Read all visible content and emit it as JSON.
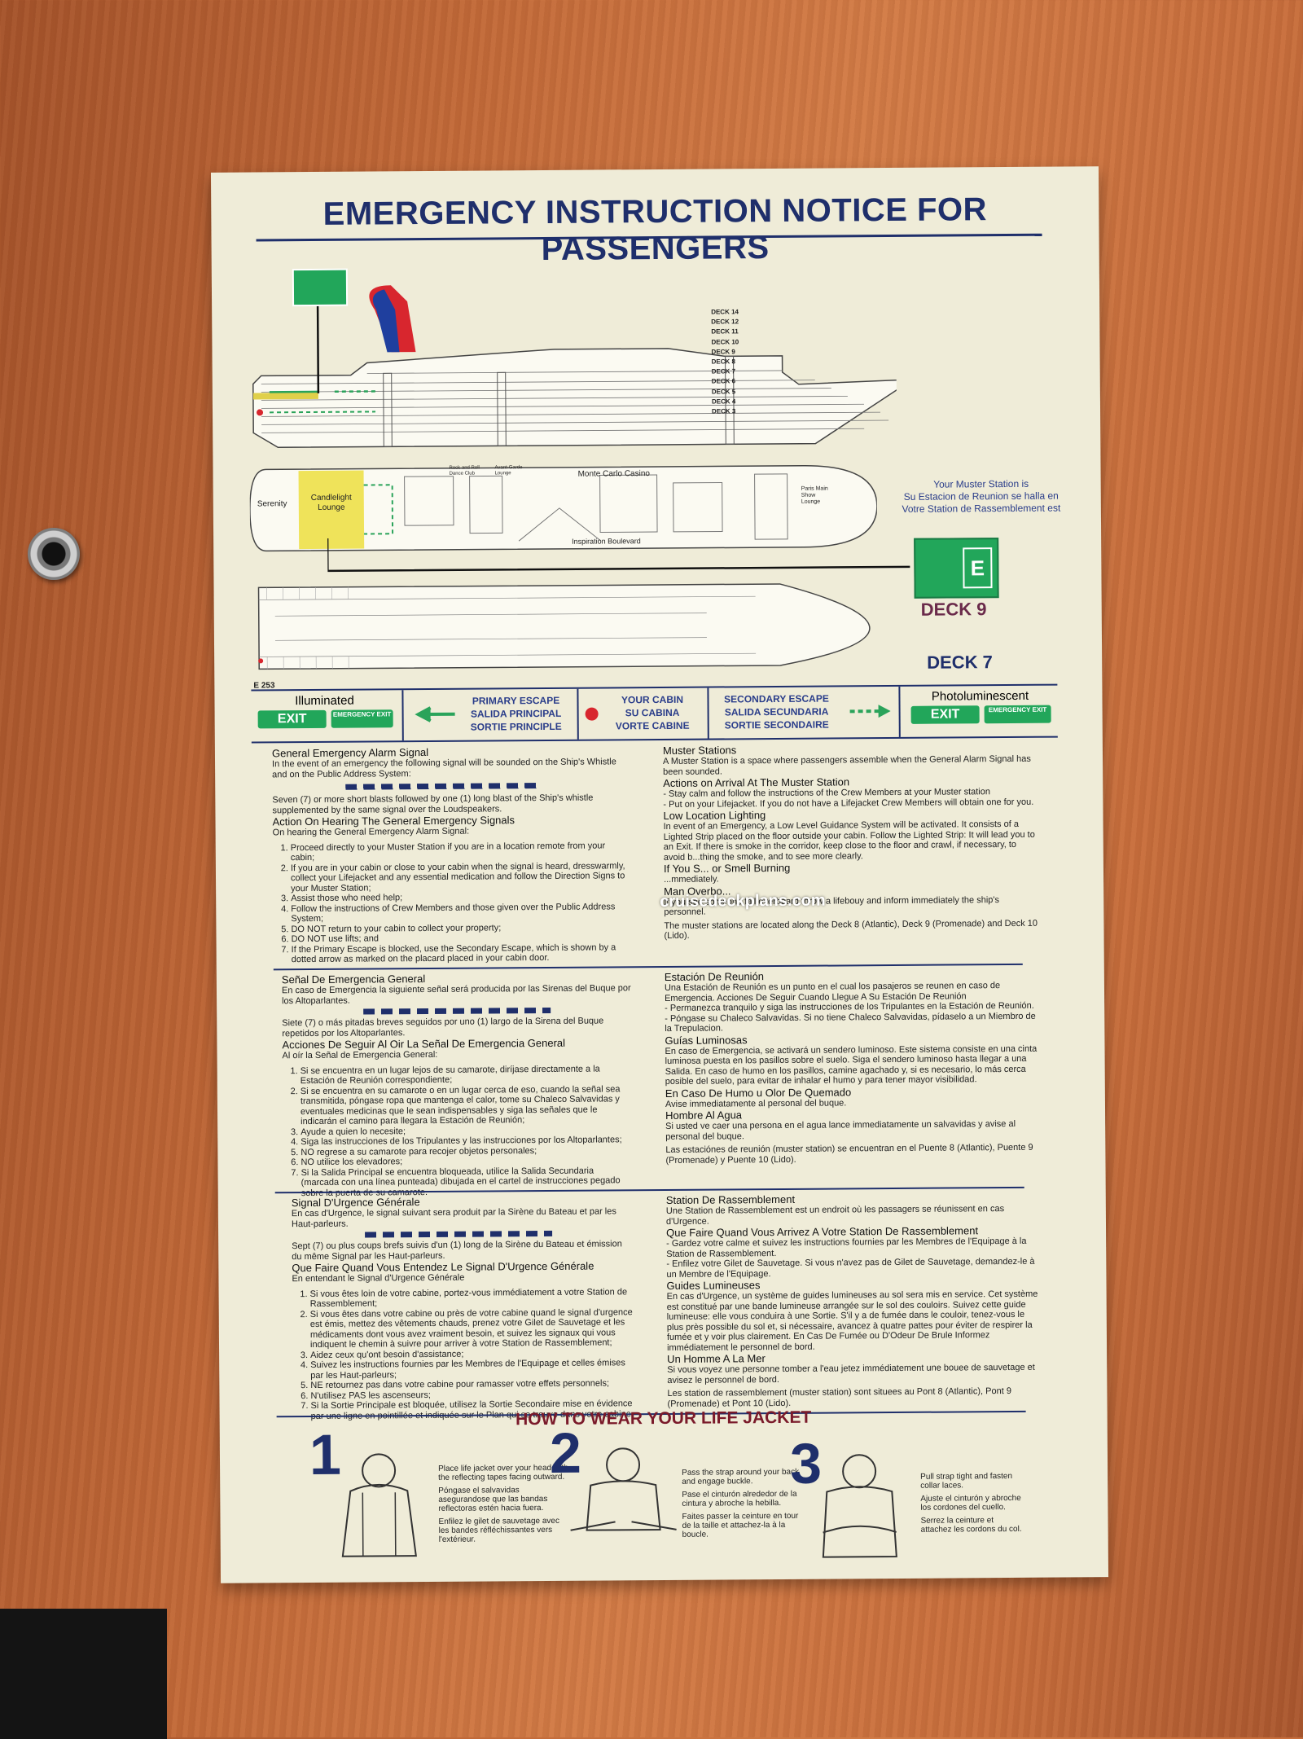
{
  "title": "EMERGENCY INSTRUCTION NOTICE FOR PASSENGERS",
  "decks_side": [
    "DECK 14",
    "DECK 12",
    "DECK 11",
    "DECK 10",
    "DECK 9",
    "DECK 8",
    "DECK 7",
    "DECK 6",
    "DECK 5",
    "DECK 4",
    "DECK 3"
  ],
  "plan_labels": {
    "serenity": "Serenity",
    "candlelight": "Candlelight Lounge",
    "rock_roll": "Rock and Roll Dance Club",
    "avant_garde": "Avant-Garde Lounge",
    "casino": "Monte Carlo Casino",
    "boulevard": "Inspiration Boulevard",
    "paris": "Paris Main Show Lounge",
    "cabin_code": "E 253"
  },
  "muster": {
    "line1": "Your Muster Station is",
    "line2": "Su Estacion de Reunion se halla en",
    "line3": "Votre Station de Rassemblement est",
    "letter": "E",
    "deck9": "DECK 9",
    "deck7": "DECK 7"
  },
  "legend": {
    "illuminated": "Illuminated",
    "exit": "EXIT",
    "emergency_exit": "EMERGENCY EXIT",
    "primary1": "PRIMARY ESCAPE",
    "primary2": "SALIDA PRINCIPAL",
    "primary3": "SORTIE PRINCIPLE",
    "cabin1": "YOUR CABIN",
    "cabin2": "SU CABINA",
    "cabin3": "VORTE CABINE",
    "secondary1": "SECONDARY ESCAPE",
    "secondary2": "SALIDA SECUNDARIA",
    "secondary3": "SORTIE SECONDAIRE",
    "photo": "Photoluminescent"
  },
  "en": {
    "alarm_h": "General Emergency Alarm Signal",
    "alarm_t": "In the event of an emergency the following signal will be sounded on the Ship's Whistle and on the Public Address System:",
    "seven": "Seven (7) or more short blasts followed by one (1) long blast of the Ship's whistle supplemented by the same signal over the Loudspeakers.",
    "action_h": "Action On Hearing The General Emergency Signals",
    "action_t": "On hearing the General Emergency Alarm Signal:",
    "steps": [
      "Proceed directly to your Muster Station if you are in a location remote from your cabin;",
      "If you are in your cabin or close to your cabin when the signal is heard, dresswarmly, collect your Lifejacket and any essential medication and follow the Direction Signs to your Muster Station;",
      "Assist those who need help;",
      "Follow the instructions of Crew Members and those given over the Public Address System;",
      "DO NOT return to your cabin to collect your property;",
      "DO NOT use lifts; and",
      "If the Primary Escape is blocked, use the Secondary Escape, which is shown by a dotted arrow as marked on the placard placed in your cabin door."
    ],
    "muster_h": "Muster Stations",
    "muster_t": "A Muster Station is a space where passengers assemble when the General Alarm Signal has been sounded.",
    "arrival_h": "Actions on Arrival At The Muster Station",
    "arrival_1": "- Stay calm and follow the instructions of the Crew Members at your Muster station",
    "arrival_2": "- Put on your Lifejacket. If you do not have a Lifejacket Crew Members will obtain one for you.",
    "low_h": "Low Location Lighting",
    "low_t": "In event of an Emergency, a Low Level Guidance System will be activated. It consists of a Lighted Strip placed on the floor outside your cabin. Follow the Lighted Strip: It will lead you to an Exit. If there is smoke in the corridor, keep close to the floor and crawl, if necessary, to avoid b...thing the smoke, and to see more clearly.",
    "smoke_h": "If You S... or Smell Burning",
    "smoke_t": "...mmediately.",
    "mob_h": "Man Overbo...",
    "mob_t": "If you see someone fall overboard throw a lifebouy and inform immediately the ship's personnel.",
    "located": "The muster stations are located along the Deck 8 (Atlantic), Deck 9 (Promenade) and Deck 10 (Lido)."
  },
  "es": {
    "alarm_h": "Señal De Emergencia General",
    "alarm_t": "En caso de Emergencia la siguiente señal será producida por las Sirenas del Buque por los Altoparlantes.",
    "seven": "Siete (7) o más pitadas breves seguidos por uno (1) largo de la Sirena del Buque repetidos por los Altoparlantes.",
    "action_h": "Acciones De Seguir Al Oir La Señal De Emergencia General",
    "action_t": "Al oír la Señal de Emergencia General:",
    "steps": [
      "Si se encuentra en un lugar lejos de su camarote, diríjase directamente a la Estación de Reunión correspondiente;",
      "Si se encuentra en su camarote o en un lugar cerca de eso, cuando la señal sea transmitida, póngase ropa que mantenga el calor, tome su Chaleco Salvavidas y eventuales medicinas que le sean indispensables y siga las señales que le indicarán el camino para llegara la Estación de Reunión;",
      "Ayude a quien lo necesite;",
      "Siga las instrucciones de los Tripulantes y las instrucciones por los Altoparlantes;",
      "NO regrese a su camarote para recojer objetos personales;",
      "NO utilice los elevadores;",
      "Si la Salida Principal se encuentra bloqueada, utilice la Salida Secundaria (marcada con una línea punteada) dibujada en el cartel de instrucciones pegado sobre la puerta de su camarote."
    ],
    "muster_h": "Estación De Reunión",
    "muster_t": "Una Estación de Reunión es un punto en el cual los pasajeros se reunen en caso de Emergencia. Acciones De Seguir Cuando Llegue A Su Estación De Reunión",
    "arrival_1": "- Permanezca tranquilo y siga las instrucciones de los Tripulantes en la Estación de Reunión.",
    "arrival_2": "- Póngase su Chaleco Salvavidas. Si no tiene Chaleco Salvavidas, pídaselo a un Miembro de la Trepulacion.",
    "low_h": "Guías Luminosas",
    "low_t": "En caso de Emergencia, se activará un sendero luminoso. Este sistema consiste en una cinta luminosa puesta en los pasillos sobre el suelo. Siga el sendero luminoso hasta llegar a una Salida. En caso de humo en los pasillos, camine agachado y, si es necesario, lo más cerca posible del suelo, para evitar de inhalar el humo y para tener mayor visibilidad.",
    "smoke_h": "En Caso De Humo u Olor De Quemado",
    "smoke_t": "Avise immediatamente al personal del buque.",
    "mob_h": "Hombre Al Agua",
    "mob_t": "Si usted ve caer una persona en el agua lance immediatamente un salvavidas y avise al personal del buque.",
    "located": "Las estaciónes de reunión (muster station) se encuentran en el Puente 8 (Atlantic), Puente 9 (Promenade) y Puente 10 (Lido)."
  },
  "fr": {
    "alarm_h": "Signal D'Urgence Générale",
    "alarm_t": "En cas d'Urgence, le signal suivant sera produit par la Sirène du Bateau et par les Haut-parleurs.",
    "seven": "Sept (7) ou plus coups brefs suivis d'un (1) long de la Sirène du Bateau et émission du même Signal par les Haut-parleurs.",
    "action_h": "Que Faire Quand Vous Entendez Le Signal D'Urgence Générale",
    "action_t": "En entendant le Signal d'Urgence Générale",
    "steps": [
      "Si vous êtes loin de votre cabine, portez-vous immédiatement a votre Station de Rassemblement;",
      "Si vous êtes dans votre cabine ou près de votre cabine quand le signal d'urgence est émis, mettez des vêtements chauds, prenez votre Gilet de Sauvetage et les médicaments dont vous avez vraiment besoin, et suivez les signaux qui vous indiquent le chemin à suivre pour arriver à votre Station de Rassemblement;",
      "Aidez ceux qu'ont besoin d'assistance;",
      "Suivez les instructions fournies par les Membres de l'Equipage et celles émises par les Haut-parleurs;",
      "NE retournez pas dans votre cabine pour ramasser votre effets personnels;",
      "N'utilisez PAS les ascenseurs;",
      "Si la Sortie Principale est bloquée, utilisez la Sortie Secondaire mise en évidence par une ligne en pointillée et indiquée sur le Plan qui se trouve dans votre cabine."
    ],
    "muster_h": "Station De Rassemblement",
    "muster_t": "Une Station de Rassemblement est un endroit où les passagers se réunissent en cas d'Urgence.",
    "arrival_h": "Que Faire Quand Vous Arrivez A Votre Station De Rassemblement",
    "arrival_1": "- Gardez votre calme et suivez les instructions fournies par les Membres de l'Equipage à la Station de Rassemblement.",
    "arrival_2": "- Enfilez votre Gilet de Sauvetage. Si vous n'avez pas de Gilet de Sauvetage, demandez-le à un Membre de l'Equipage.",
    "low_h": "Guides Lumineuses",
    "low_t": "En cas d'Urgence, un système de guides lumineuses au sol sera mis en service. Cet système est constitué par une bande lumineuse arrangée sur le sol des couloirs. Suivez cette guide lumineuse: elle vous conduira à une Sortie. S'il y a de fumée dans le couloir, tenez-vous le plus près possible du sol et, si nécessaire, avancez à quatre pattes pour éviter de respirer la fumée et y voir plus clairement. En Cas De Fumée ou D'Odeur De Brule Informez immédiatement le personnel de bord.",
    "mob_h": "Un Homme A La Mer",
    "mob_t": "Si vous voyez une personne tomber a l'eau jetez immédiatement une bouee de sauvetage et avisez le personnel de bord.",
    "located": "Les station de rassemblement (muster station) sont situees au Pont 8 (Atlantic), Pont 9 (Promenade) et Pont 10 (Lido)."
  },
  "jacket": {
    "title": "HOW TO WEAR YOUR LIFE JACKET",
    "s1": [
      "Place life jacket over your head with the reflecting tapes facing outward.",
      "Póngase el salvavidas asegurandose que las bandas reflectoras estén hacia fuera.",
      "Enfilez le gilet de sauvetage avec les bandes réfléchissantes vers l'extérieur."
    ],
    "s2": [
      "Pass the strap around your back and engage buckle.",
      "Pase el cinturón alrededor de la cintura y abroche la hebilla.",
      "Faites passer la ceinture en tour de la taille et attachez-la à la boucle."
    ],
    "s3": [
      "Pull strap tight and fasten collar laces.",
      "Ajuste el cinturón y abroche los cordones del cuello.",
      "Serrez la ceinture et attachez les cordons du col."
    ],
    "n1": "1",
    "n2": "2",
    "n3": "3"
  },
  "watermark": "cruisedeckplans.com"
}
